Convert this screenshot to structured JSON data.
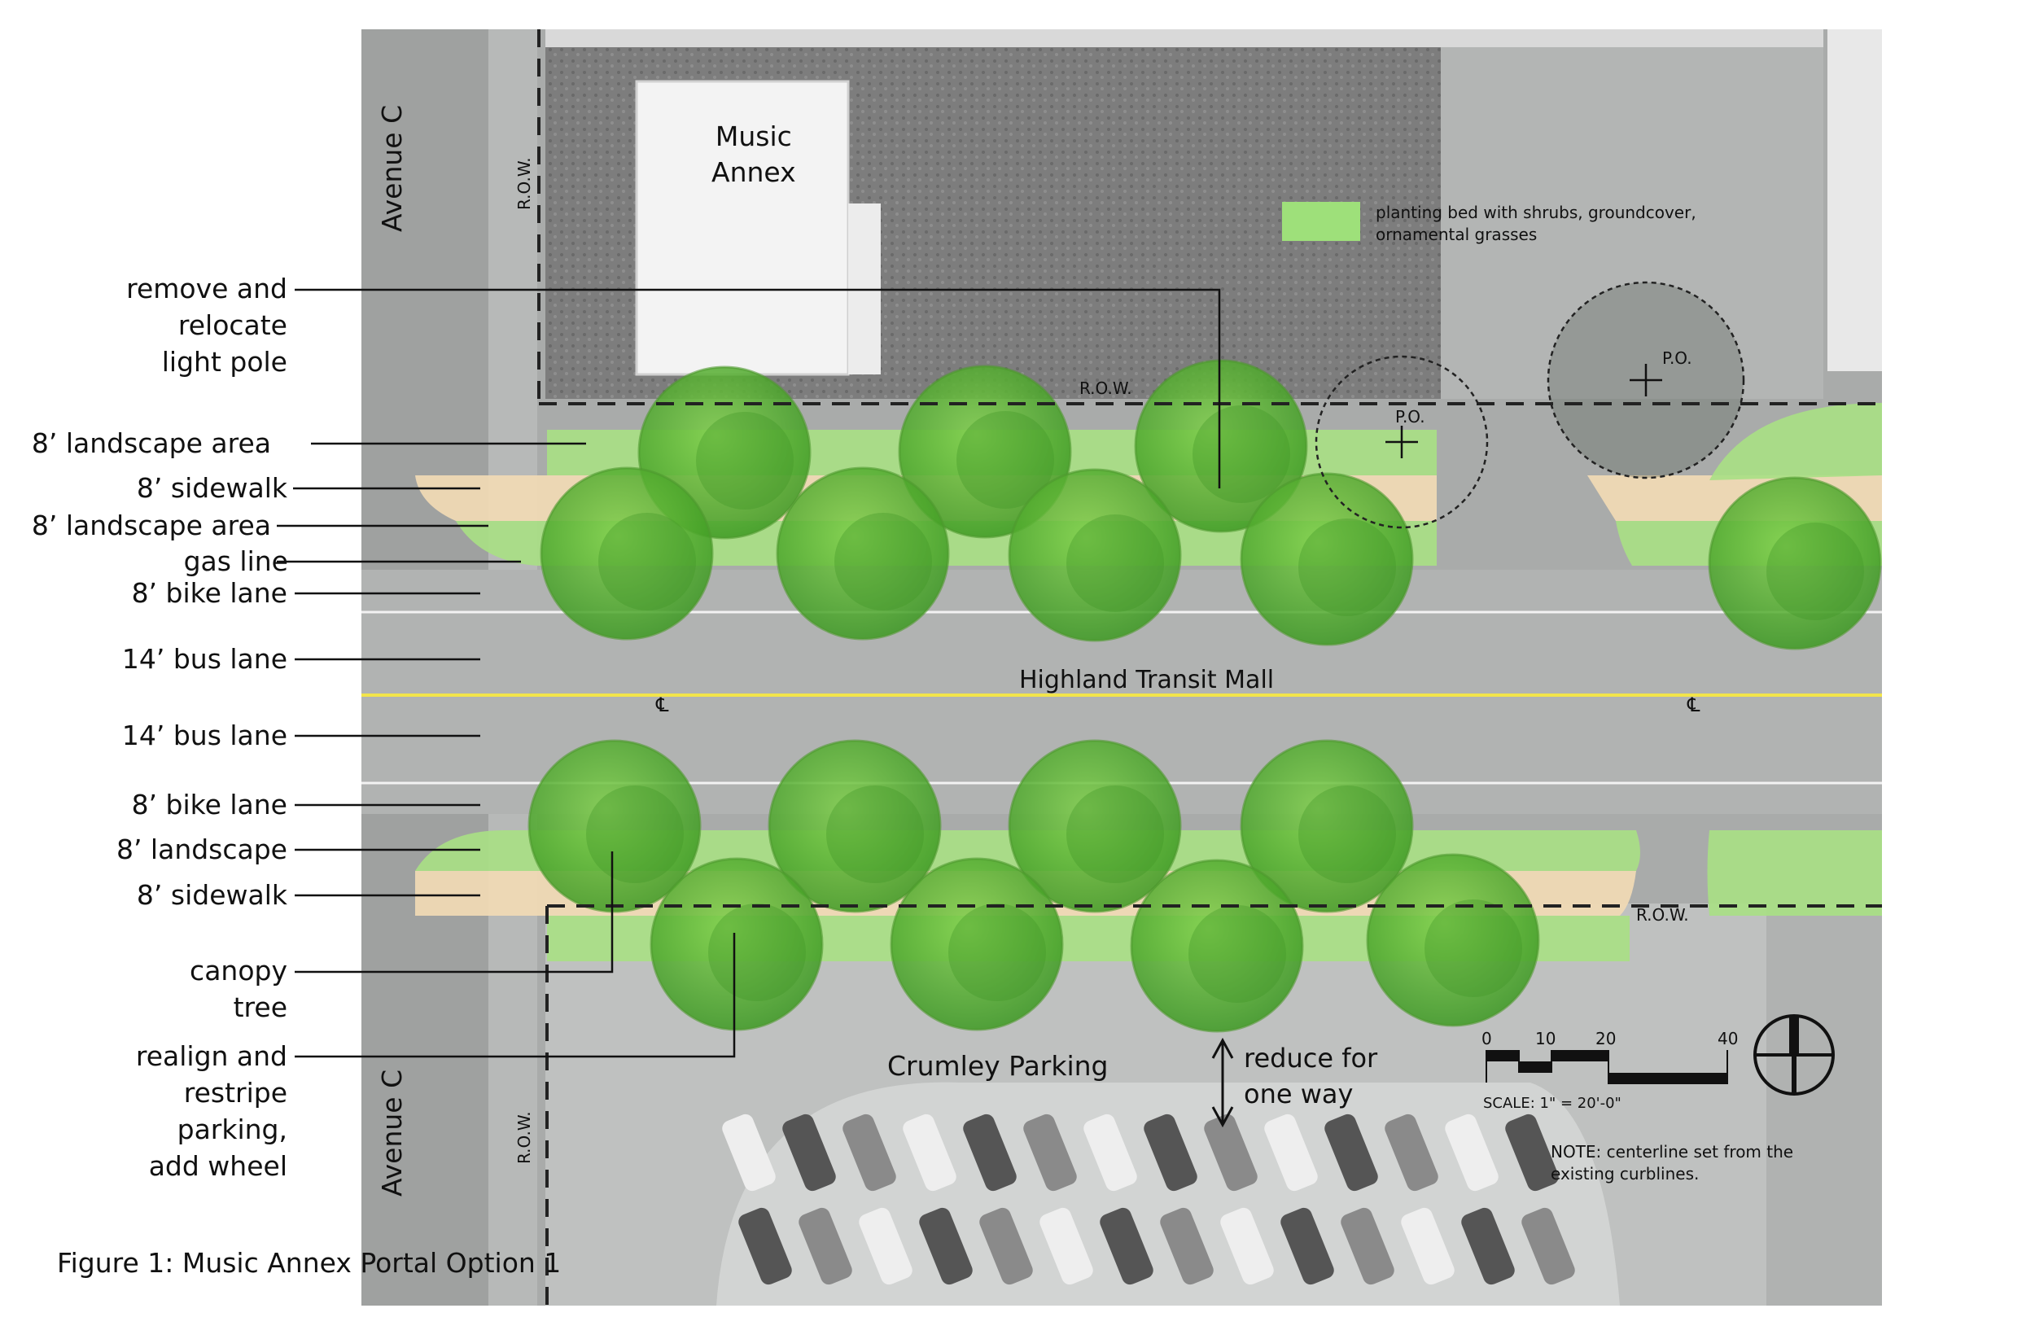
{
  "figure_caption": "Figure 1: Music Annex Portal Option 1",
  "streets": {
    "avenue_top": "Avenue C",
    "avenue_bottom": "Avenue C",
    "main_street": "Highland Transit Mall",
    "centerline_symbol": "℄"
  },
  "buildings": {
    "music_annex_line1": "Music",
    "music_annex_line2": "Annex",
    "crumley": "Crumley Parking"
  },
  "row_labels": {
    "row_vertical_top": "R.O.W.",
    "row_north": "R.O.W.",
    "row_south": "R.O.W.",
    "row_vertical_bottom": "R.O.W."
  },
  "tree_markers": {
    "po1": "P.O.",
    "po2": "P.O."
  },
  "legend": {
    "planting_bed_line1": "planting bed with shrubs, groundcover,",
    "planting_bed_line2": "ornamental grasses",
    "planting_color": "#9ee07a"
  },
  "left_labels": {
    "relocate_1": "remove and",
    "relocate_2": "relocate",
    "relocate_3": "light pole",
    "landscape_8a": "8’ landscape area",
    "sidewalk_8a": "8’ sidewalk",
    "landscape_8b": "8’ landscape area",
    "gas_line": "gas line",
    "bike_lane_a": "8’ bike lane",
    "bus_lane_a": "14’ bus lane",
    "bus_lane_b": "14’ bus lane",
    "bike_lane_b": "8’ bike lane",
    "landscape_8c": "8’ landscape",
    "sidewalk_8b": "8’ sidewalk",
    "canopy_1": "canopy",
    "canopy_2": "tree",
    "realign_1": "realign and",
    "realign_2": "restripe",
    "realign_3": "parking,",
    "realign_4": "add wheel"
  },
  "one_way": {
    "line1": "reduce for",
    "line2": "one way"
  },
  "scale_bar": {
    "ticks": [
      "0",
      "10",
      "20",
      "40"
    ],
    "caption": "SCALE: 1\" = 20'-0\""
  },
  "note": {
    "line1": "NOTE: centerline set from the",
    "line2": "existing curblines."
  },
  "colors": {
    "tree_green": "#5fb33a",
    "landscape_green": "#a8e084",
    "sidewalk_tan": "#efd9b4",
    "centerline_yellow": "#f2e44a"
  }
}
